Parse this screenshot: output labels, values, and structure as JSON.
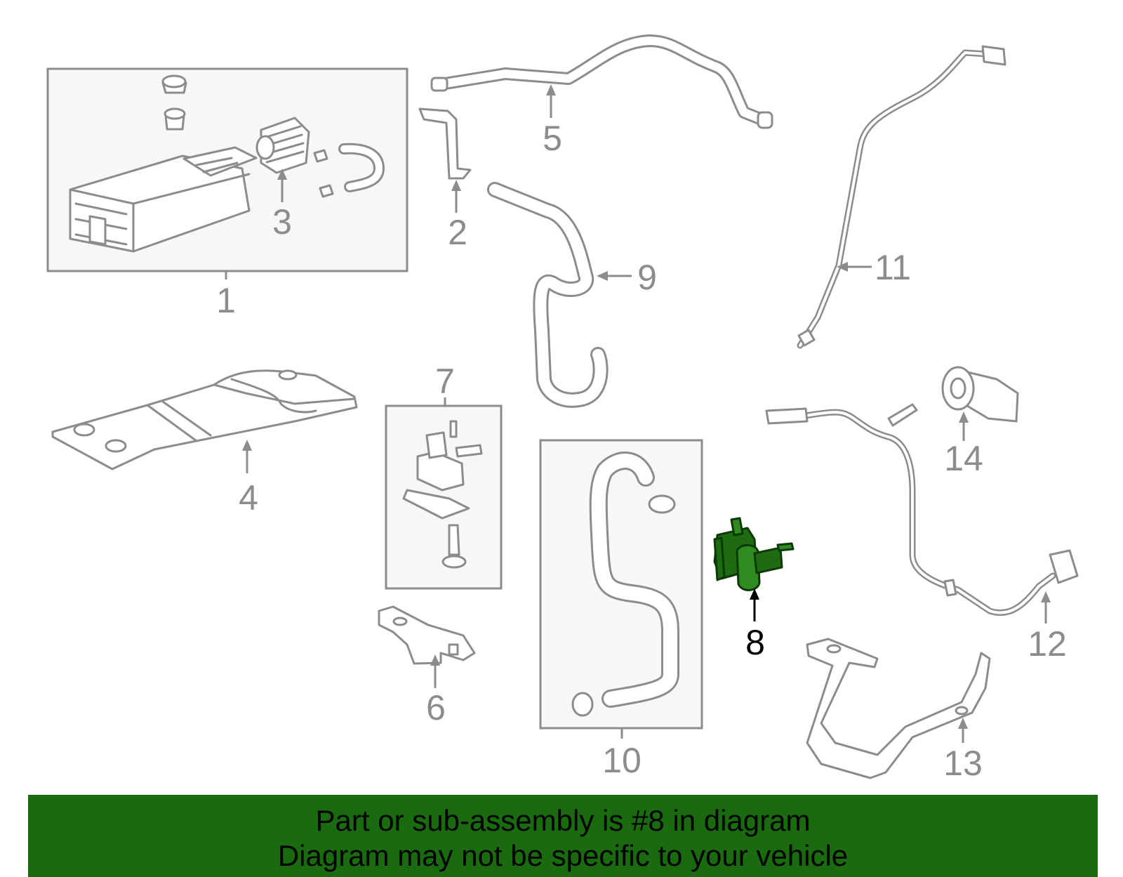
{
  "callouts": {
    "c1": "1",
    "c2": "2",
    "c3": "3",
    "c4": "4",
    "c5": "5",
    "c6": "6",
    "c7": "7",
    "c8": "8",
    "c9": "9",
    "c10": "10",
    "c11": "11",
    "c12": "12",
    "c13": "13",
    "c14": "14"
  },
  "highlight": {
    "part_number": "8",
    "color": "#1e6b12"
  },
  "banner": {
    "line1": "Part or sub-assembly is #8 in diagram",
    "line2": "Diagram may not be specific to your vehicle",
    "background": "#1a6a10"
  },
  "icons": {
    "arrow": "arrowhead-icon"
  }
}
